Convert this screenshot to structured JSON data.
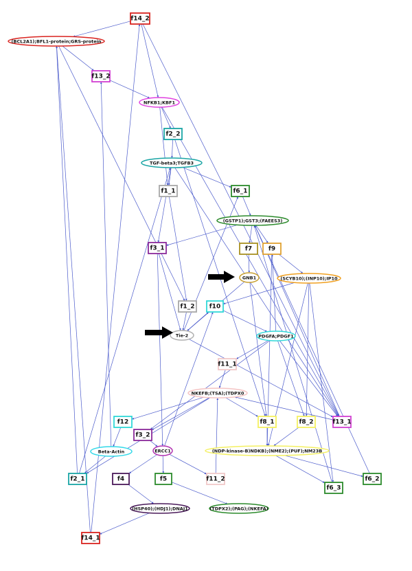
{
  "nodes": [
    {
      "id": "f14_2",
      "label": "f14_2",
      "shape": "box",
      "color": "#d9231f"
    },
    {
      "id": "bcl",
      "label": "(BCL2A1);BFL1-protein;GRS-protein",
      "shape": "ellipse",
      "color": "#d9231f"
    },
    {
      "id": "f13_2",
      "label": "f13_2",
      "shape": "box",
      "color": "#d23fd2"
    },
    {
      "id": "nfkb",
      "label": "NFKB1;KBF1",
      "shape": "ellipse",
      "color": "#e040e0"
    },
    {
      "id": "f2_2",
      "label": "f2_2",
      "shape": "box",
      "color": "#1aa5a5"
    },
    {
      "id": "tgf",
      "label": "TGF-beta3;TGFB3",
      "shape": "ellipse",
      "color": "#1aa5a5"
    },
    {
      "id": "f1_1",
      "label": "f1_1",
      "shape": "box",
      "color": "#a8a8a8"
    },
    {
      "id": "f6_1",
      "label": "f6_1",
      "shape": "box",
      "color": "#2b8a2b"
    },
    {
      "id": "gstp",
      "label": "(GSTP1);GST3;(FAEES3)",
      "shape": "ellipse",
      "color": "#2b8a2b"
    },
    {
      "id": "f3_1",
      "label": "f3_1",
      "shape": "box",
      "color": "#8a2a9a"
    },
    {
      "id": "f7",
      "label": "f7",
      "shape": "box",
      "color": "#a89020"
    },
    {
      "id": "f9",
      "label": "f9",
      "shape": "box",
      "color": "#e0a030"
    },
    {
      "id": "gnb1",
      "label": "GNB1",
      "shape": "ellipse",
      "color": "#c8a030"
    },
    {
      "id": "scyb",
      "label": "(SCYB10);(INP10);IP10",
      "shape": "ellipse",
      "color": "#f0a020"
    },
    {
      "id": "f1_2",
      "label": "f1_2",
      "shape": "box",
      "color": "#a8a8a8"
    },
    {
      "id": "f10",
      "label": "f10",
      "shape": "box",
      "color": "#30d8d8"
    },
    {
      "id": "tie2",
      "label": "Tie-2",
      "shape": "ellipse",
      "color": "#b0b0b0"
    },
    {
      "id": "pdgfa",
      "label": "PDGFA;PDGF1",
      "shape": "ellipse",
      "color": "#30d8d8"
    },
    {
      "id": "f11_1",
      "label": "f11_1",
      "shape": "box",
      "color": "#f0c8c8"
    },
    {
      "id": "nkefb",
      "label": "NKEFB;(TSA);(TDPX0",
      "shape": "ellipse",
      "color": "#f4c4c4"
    },
    {
      "id": "f12",
      "label": "f12",
      "shape": "box",
      "color": "#30d8d8"
    },
    {
      "id": "f8_1",
      "label": "f8_1",
      "shape": "box",
      "color": "#f4f060"
    },
    {
      "id": "f8_2",
      "label": "f8_2",
      "shape": "box",
      "color": "#f4f060"
    },
    {
      "id": "f13_1",
      "label": "f13_1",
      "shape": "box",
      "color": "#d23fd2"
    },
    {
      "id": "f3_2",
      "label": "f3_2",
      "shape": "box",
      "color": "#8a2a9a"
    },
    {
      "id": "ercc1",
      "label": "ERCC1",
      "shape": "ellipse",
      "color": "#b030b0"
    },
    {
      "id": "betaactin",
      "label": "Beta-Actin",
      "shape": "ellipse",
      "color": "#30d8e8"
    },
    {
      "id": "ndpk",
      "label": "(NDP-kinase-B)NDKB);(NME2);(PUF);NM23B",
      "shape": "ellipse",
      "color": "#f4f060"
    },
    {
      "id": "f2_1",
      "label": "f2_1",
      "shape": "box",
      "color": "#1aa5a5"
    },
    {
      "id": "f4",
      "label": "f4",
      "shape": "box",
      "color": "#4a1a5a"
    },
    {
      "id": "f5",
      "label": "f5",
      "shape": "box",
      "color": "#2b8a2b"
    },
    {
      "id": "f11_2",
      "label": "f11_2",
      "shape": "box",
      "color": "#f0c8c8"
    },
    {
      "id": "f6_3",
      "label": "f6_3",
      "shape": "box",
      "color": "#2b8a2b"
    },
    {
      "id": "f6_2",
      "label": "f6_2",
      "shape": "box",
      "color": "#2b8a2b"
    },
    {
      "id": "hsp40",
      "label": "(HSP40);(HDJ1);DNAJ1",
      "shape": "ellipse",
      "color": "#4a1a5a"
    },
    {
      "id": "tdpx2",
      "label": "(TDPX2);(PAG);(NKEFA)",
      "shape": "ellipse",
      "color": "#2b8a2b"
    },
    {
      "id": "f14_1",
      "label": "f14_1",
      "shape": "box",
      "color": "#d9231f"
    }
  ],
  "edges": [
    [
      "f14_2",
      "bcl"
    ],
    [
      "bcl",
      "f13_2"
    ],
    [
      "f13_2",
      "nfkb"
    ],
    [
      "f14_2",
      "nfkb"
    ],
    [
      "nfkb",
      "f2_2"
    ],
    [
      "f2_2",
      "tgf"
    ],
    [
      "nfkb",
      "f1_1"
    ],
    [
      "tgf",
      "f1_1"
    ],
    [
      "tgf",
      "f6_1"
    ],
    [
      "tgf",
      "f3_1"
    ],
    [
      "f6_1",
      "gstp"
    ],
    [
      "gstp",
      "f3_1"
    ],
    [
      "gstp",
      "f7"
    ],
    [
      "gstp",
      "f9"
    ],
    [
      "f7",
      "gnb1"
    ],
    [
      "f9",
      "scyb"
    ],
    [
      "scyb",
      "f10"
    ],
    [
      "f1_1",
      "f1_2"
    ],
    [
      "f1_2",
      "tie2"
    ],
    [
      "f3_1",
      "tie2"
    ],
    [
      "tie2",
      "f10"
    ],
    [
      "f10",
      "pdgfa"
    ],
    [
      "pdgfa",
      "f9"
    ],
    [
      "pdgfa",
      "f11_1"
    ],
    [
      "f11_1",
      "nkefb"
    ],
    [
      "nkefb",
      "f12"
    ],
    [
      "nkefb",
      "f3_2"
    ],
    [
      "nkefb",
      "f8_1"
    ],
    [
      "nkefb",
      "f2_1"
    ],
    [
      "f12",
      "betaactin"
    ],
    [
      "betaactin",
      "f2_1"
    ],
    [
      "f3_2",
      "ercc1"
    ],
    [
      "ercc1",
      "f4"
    ],
    [
      "ercc1",
      "f5"
    ],
    [
      "ercc1",
      "f11_2"
    ],
    [
      "f5",
      "tdpx2"
    ],
    [
      "f4",
      "hsp40"
    ],
    [
      "hsp40",
      "f14_1"
    ],
    [
      "f8_1",
      "ndpk"
    ],
    [
      "f8_2",
      "ndpk"
    ],
    [
      "ndpk",
      "f6_3"
    ],
    [
      "ndpk",
      "f6_2"
    ],
    [
      "scyb",
      "f8_2"
    ],
    [
      "scyb",
      "f6_3"
    ],
    [
      "gnb1",
      "f8_1"
    ],
    [
      "pdgfa",
      "f8_2"
    ],
    [
      "pdgfa",
      "f13_1"
    ],
    [
      "f13_1",
      "gstp"
    ],
    [
      "f6_3",
      "gstp"
    ],
    [
      "f6_2",
      "gstp"
    ],
    [
      "tie2",
      "f13_1"
    ],
    [
      "f11_2",
      "nkefb"
    ],
    [
      "betaactin",
      "f13_2"
    ],
    [
      "f2_1",
      "tgf"
    ],
    [
      "f14_1",
      "bcl"
    ],
    [
      "f2_1",
      "bcl"
    ],
    [
      "f2_2",
      "f8_1"
    ],
    [
      "f14_2",
      "f13_1"
    ],
    [
      "nfkb",
      "f13_1"
    ],
    [
      "bcl",
      "f1_2"
    ],
    [
      "tgf",
      "f13_1"
    ],
    [
      "tie2",
      "f6_1"
    ],
    [
      "ercc1",
      "f10"
    ],
    [
      "f3_1",
      "ercc1"
    ],
    [
      "f13_1",
      "nkefb"
    ],
    [
      "pdgfa",
      "f3_2"
    ],
    [
      "scyb",
      "ndpk"
    ],
    [
      "f9",
      "ndpk"
    ],
    [
      "gnb1",
      "tie2"
    ],
    [
      "f14_1",
      "f14_2"
    ]
  ],
  "arrows": [
    {
      "id": "arrow-gnb1",
      "label": ""
    },
    {
      "id": "arrow-tie2",
      "label": ""
    }
  ]
}
